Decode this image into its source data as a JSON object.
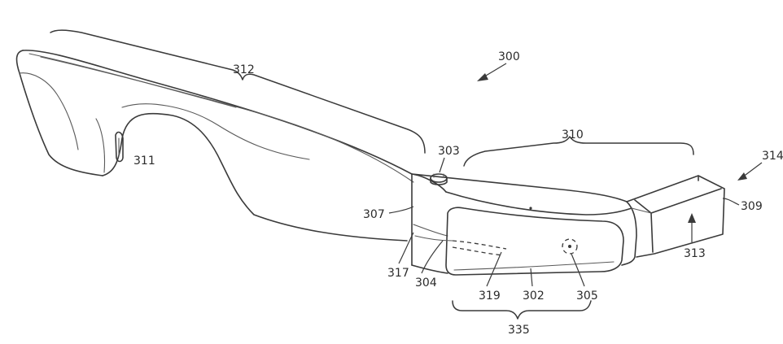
{
  "figure": {
    "labels": {
      "device": "300",
      "button": "303",
      "housing_side": "307",
      "display_end": "309",
      "display_assembly": "310",
      "port": "311",
      "arm": "312",
      "prism_face": "313",
      "prism_assembly": "314",
      "lens_unit": "302",
      "seam": "304",
      "sensor": "305",
      "edge": "317",
      "light_guide": "319",
      "lower_region": "335"
    }
  }
}
